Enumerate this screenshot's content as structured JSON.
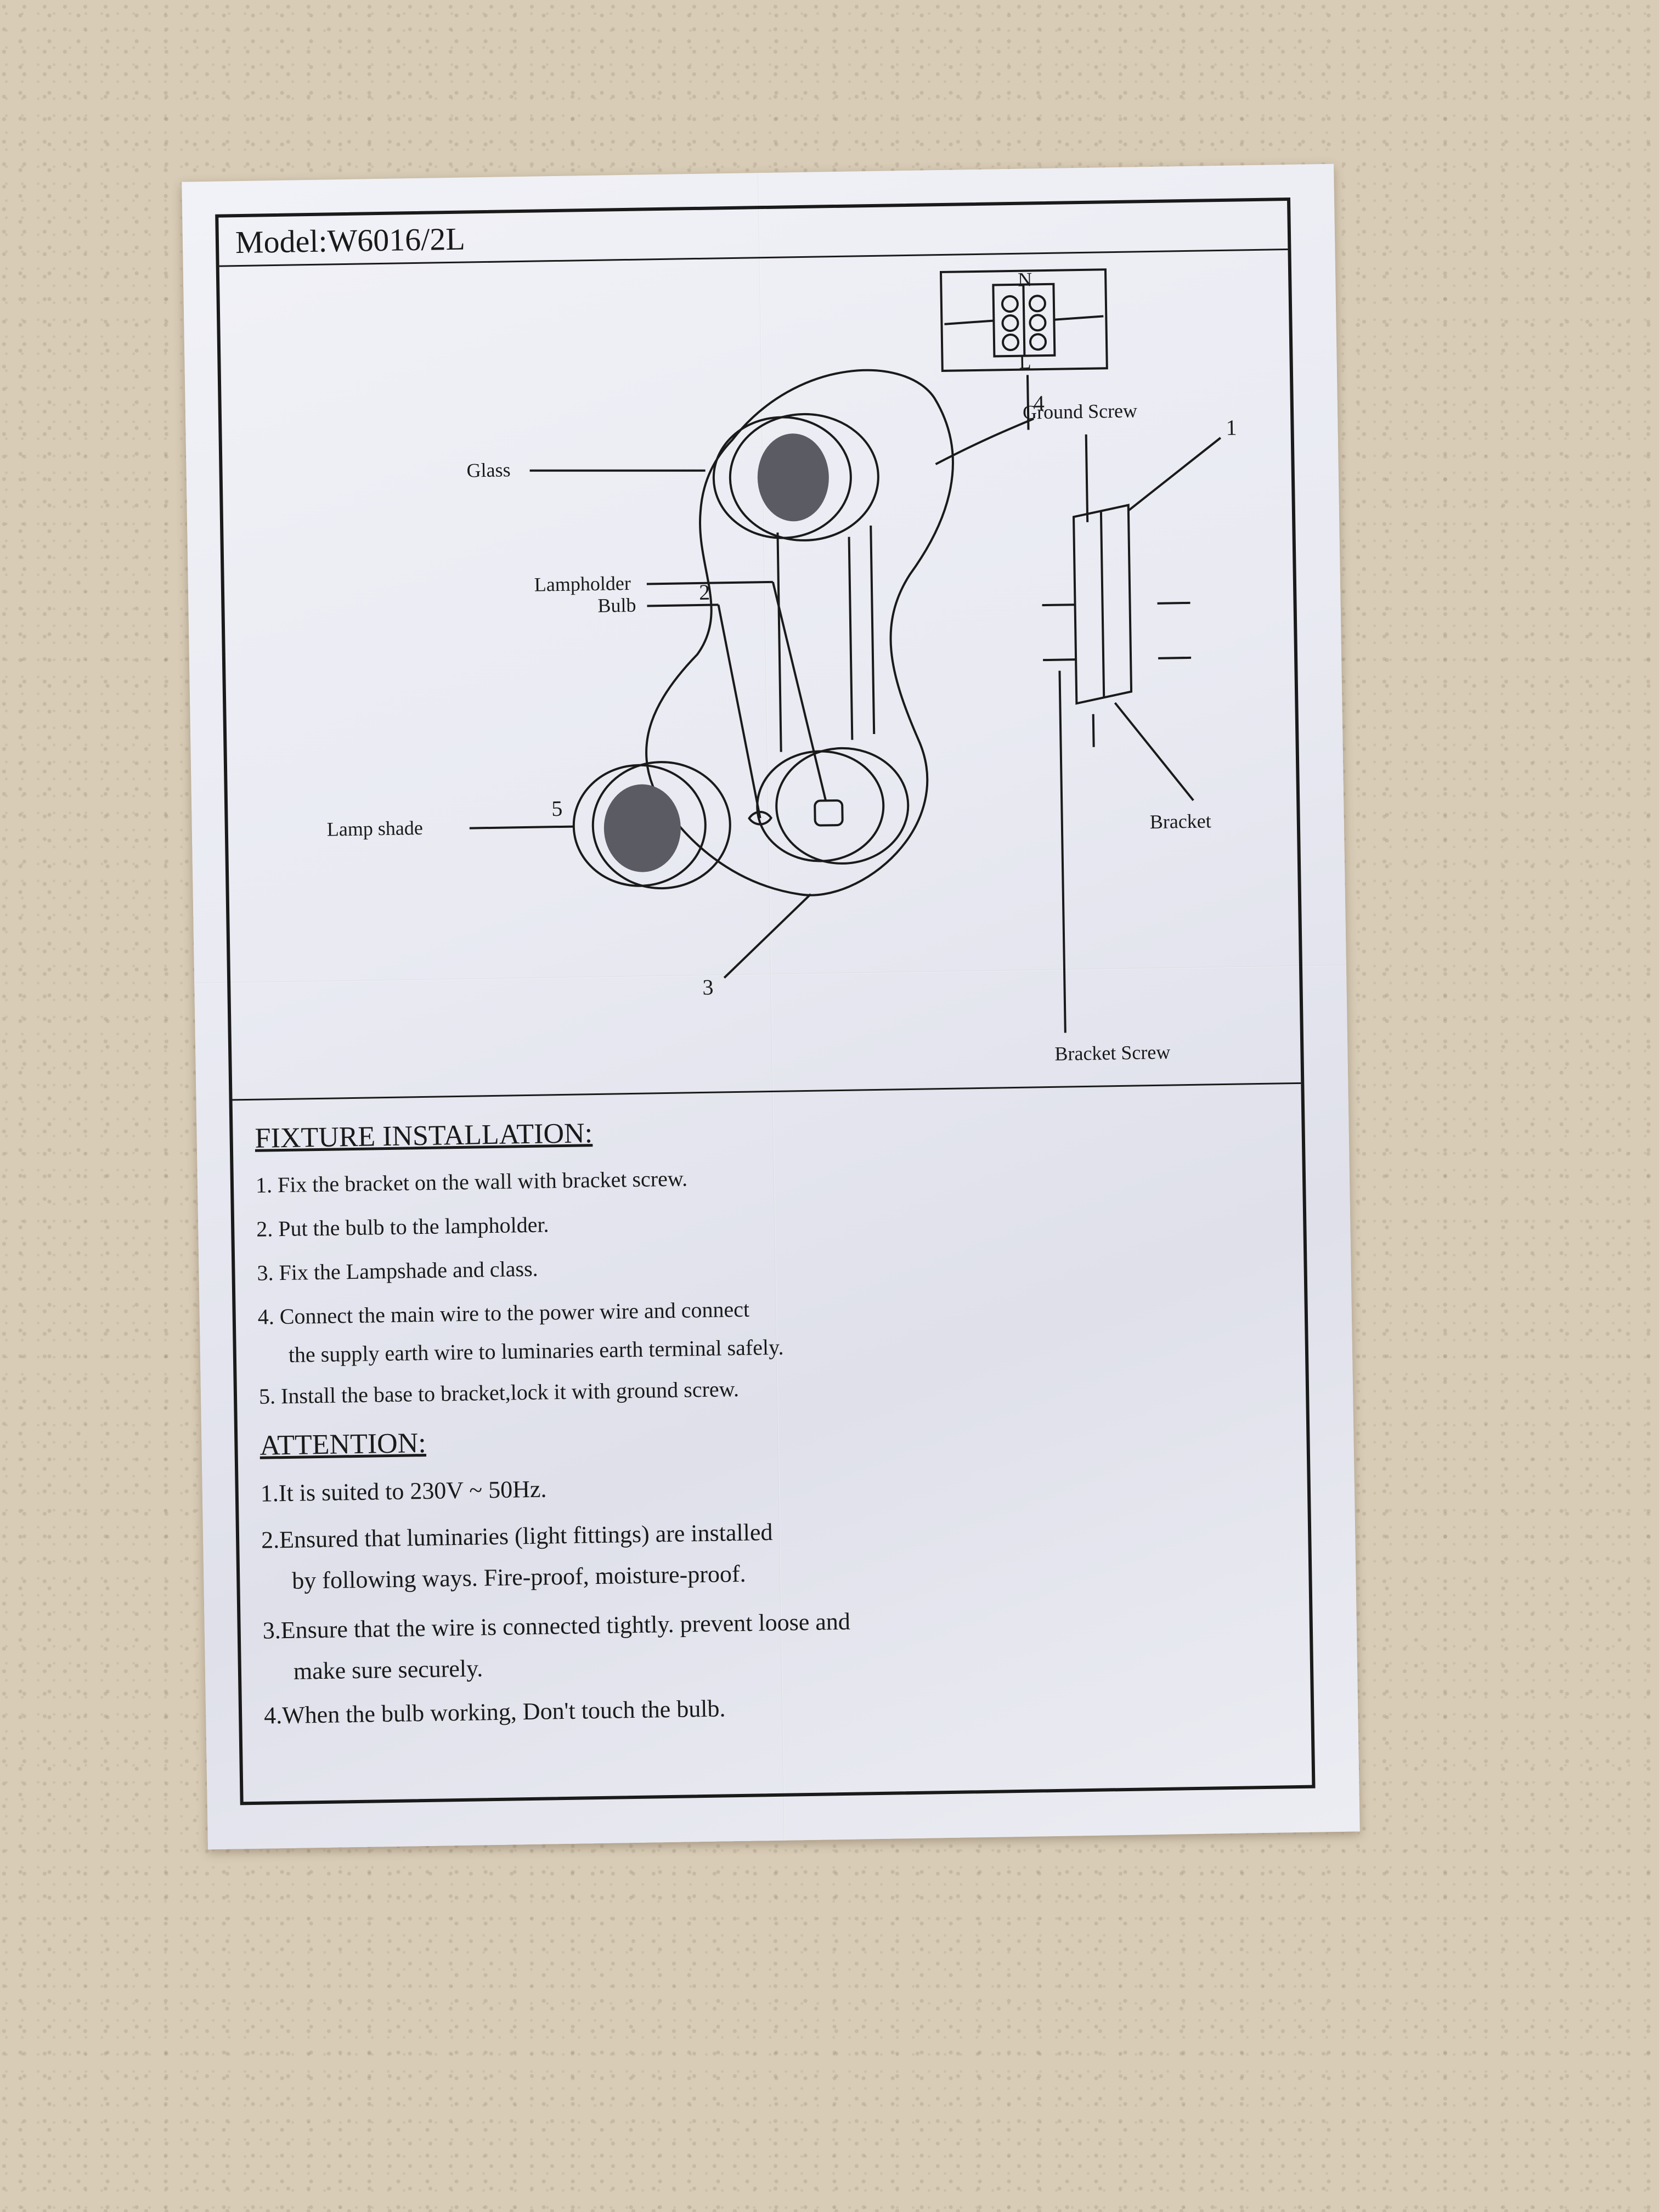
{
  "model": "Model:W6016/2L",
  "diagram": {
    "labels": {
      "glass": "Glass",
      "lampholder": "Lampholder",
      "bulb": "Bulb",
      "lamp_shade": "Lamp shade",
      "ground_screw": "Ground Screw",
      "bracket": "Bracket",
      "bracket_screw": "Bracket Screw"
    },
    "numbers": [
      "1",
      "2",
      "3",
      "4",
      "5"
    ],
    "terminal_letters": [
      "N",
      "L"
    ]
  },
  "installation": {
    "heading": "FIXTURE INSTALLATION:",
    "items": [
      "1. Fix the bracket on the wall with bracket screw.",
      "2. Put the bulb to the lampholder.",
      "3. Fix the Lampshade and class.",
      "4. Connect the main wire to the power wire and connect",
      "the supply earth wire to luminaries earth terminal safely.",
      "5.  Install the base to bracket,lock it with ground screw."
    ]
  },
  "attention": {
    "heading": "ATTENTION:",
    "items": [
      "1.It is suited to 230V ~ 50Hz.",
      "2.Ensured that luminaries (light fittings) are installed",
      "by following ways. Fire-proof, moisture-proof.",
      "3.Ensure that the wire is connected tightly. prevent loose and",
      "make sure securely.",
      "4.When the bulb working, Don't touch the bulb."
    ]
  }
}
